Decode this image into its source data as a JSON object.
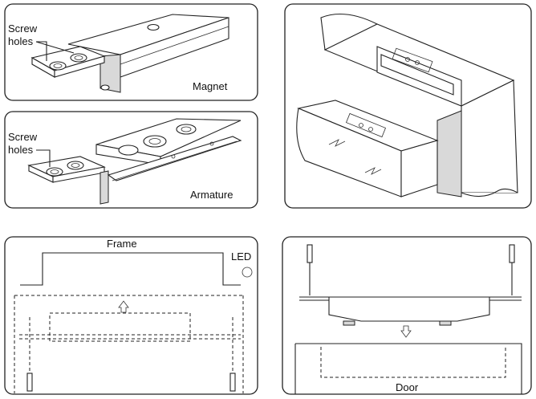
{
  "panels": {
    "magnet": {
      "callout": [
        "Screw",
        "holes"
      ],
      "caption": "Magnet"
    },
    "armature": {
      "callout": [
        "Screw",
        "holes"
      ],
      "caption": "Armature"
    },
    "frame_mount": {
      "frame_label": "Frame",
      "led_label": "LED"
    },
    "door_mount": {
      "door_label": "Door"
    }
  }
}
